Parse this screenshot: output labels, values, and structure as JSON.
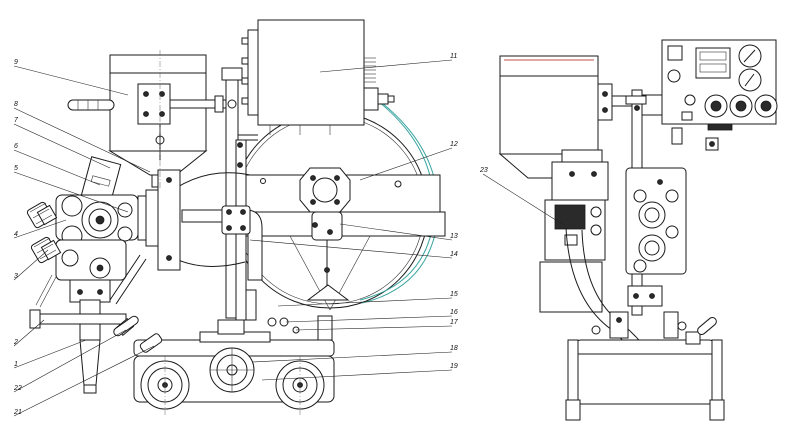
{
  "callouts": [
    "9",
    "8",
    "7",
    "6",
    "5",
    "4",
    "3",
    "2",
    "1",
    "22",
    "21",
    "11",
    "12",
    "13",
    "14",
    "15",
    "16",
    "17",
    "18",
    "19",
    "23"
  ],
  "colors": {
    "line": "#1a1a1a",
    "cable": "#3aa5a0",
    "background": "#ffffff"
  }
}
